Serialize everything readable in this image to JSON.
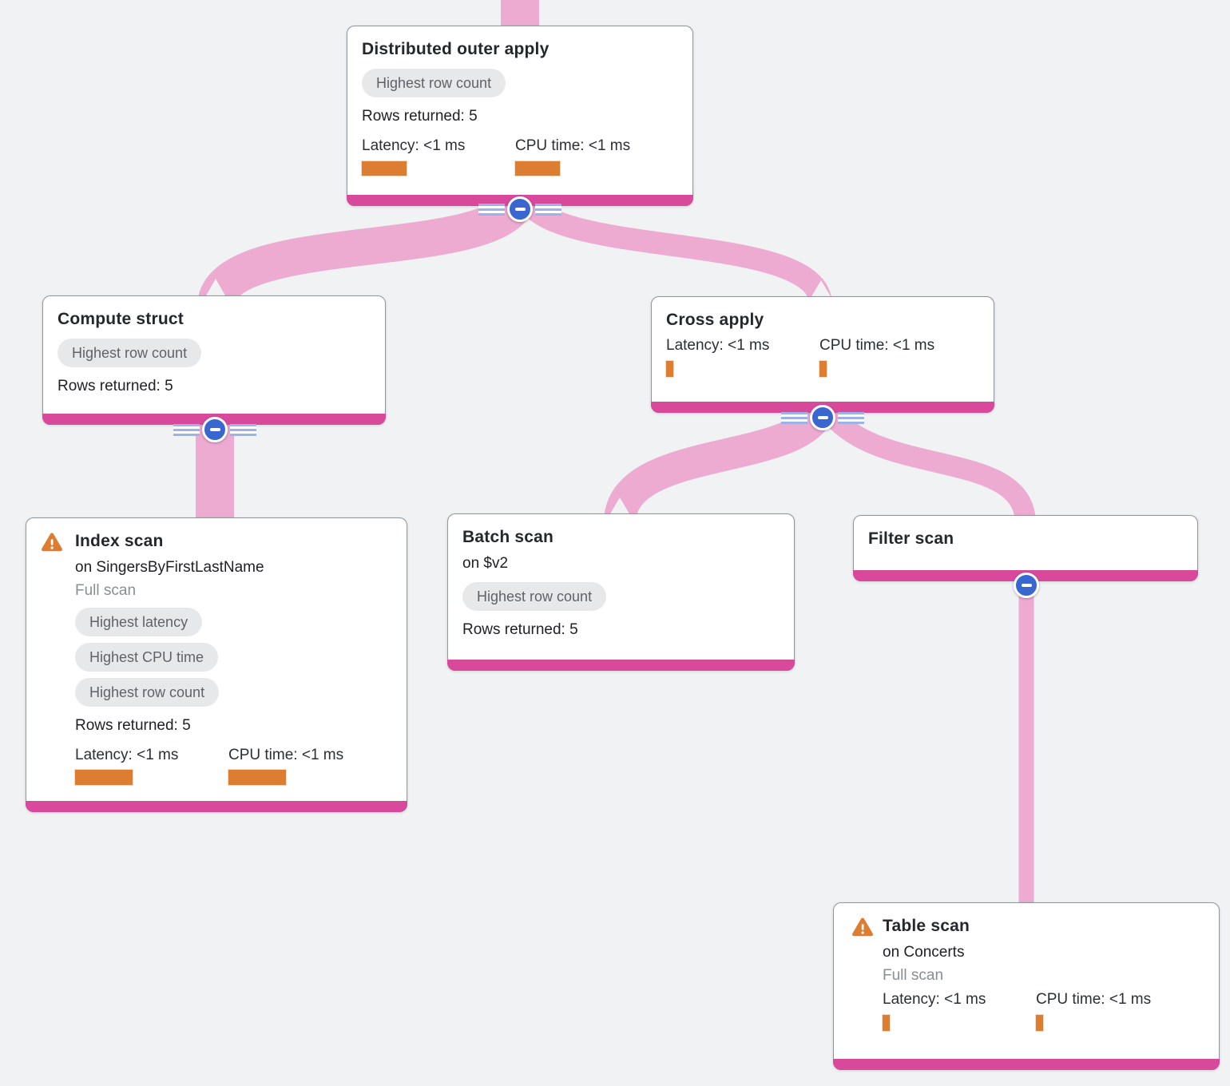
{
  "colors": {
    "background": "#f0f2f4",
    "node_footer_pink": "#d8499c",
    "edge_pink": "#edabd2",
    "metric_bar_orange": "#dd7d31",
    "collapse_button_blue": "#3a67cf",
    "badge_gray": "#e7e8ea",
    "warning_orange": "#dd7d31"
  },
  "icons": {
    "warning": "warning-triangle-icon",
    "collapse": "collapse-minus-icon"
  },
  "nodes": [
    {
      "id": "distributed-outer-apply",
      "title": "Distributed outer apply",
      "badges": [
        "Highest row count"
      ],
      "rows": "Rows returned: 5",
      "latency": "Latency: <1 ms",
      "cpu": "CPU time: <1 ms"
    },
    {
      "id": "compute-struct",
      "title": "Compute struct",
      "badges": [
        "Highest row count"
      ],
      "rows": "Rows returned: 5"
    },
    {
      "id": "cross-apply",
      "title": "Cross apply",
      "latency": "Latency: <1 ms",
      "cpu": "CPU time: <1 ms"
    },
    {
      "id": "index-scan",
      "title": "Index scan",
      "warning": true,
      "subtitle": "on SingersByFirstLastName",
      "scan_type": "Full scan",
      "badges": [
        "Highest latency",
        "Highest CPU time",
        "Highest row count"
      ],
      "rows": "Rows returned: 5",
      "latency": "Latency: <1 ms",
      "cpu": "CPU time: <1 ms"
    },
    {
      "id": "batch-scan",
      "title": "Batch scan",
      "subtitle": "on $v2",
      "badges": [
        "Highest row count"
      ],
      "rows": "Rows returned: 5"
    },
    {
      "id": "filter-scan",
      "title": "Filter scan"
    },
    {
      "id": "table-scan",
      "title": "Table scan",
      "warning": true,
      "subtitle": "on Concerts",
      "scan_type": "Full scan",
      "latency": "Latency: <1 ms",
      "cpu": "CPU time: <1 ms"
    }
  ],
  "edges": [
    {
      "from": "distributed-outer-apply",
      "to": "compute-struct"
    },
    {
      "from": "distributed-outer-apply",
      "to": "cross-apply"
    },
    {
      "from": "compute-struct",
      "to": "index-scan"
    },
    {
      "from": "cross-apply",
      "to": "batch-scan"
    },
    {
      "from": "cross-apply",
      "to": "filter-scan"
    },
    {
      "from": "filter-scan",
      "to": "table-scan"
    }
  ]
}
